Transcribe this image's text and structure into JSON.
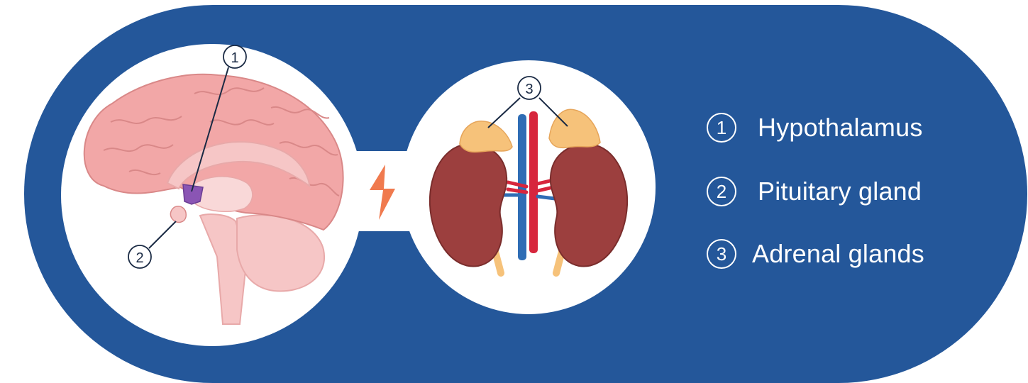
{
  "colors": {
    "background_pill": "#24579a",
    "bubble": "#ffffff",
    "brain_cortex": "#f2a7a7",
    "brain_inner": "#f6c6c6",
    "hypothalamus": "#8a55b4",
    "kidney": "#9c3f3e",
    "adrenal": "#f6c27a",
    "vein": "#2e6db5",
    "artery": "#d7263d",
    "spark": "#f07a4e"
  },
  "callouts": {
    "brain_top": "1",
    "brain_bottom": "2",
    "adrenal_top": "3"
  },
  "legend": [
    {
      "number": "1",
      "label": "Hypothalamus"
    },
    {
      "number": "2",
      "label": "Pituitary gland"
    },
    {
      "number": "3",
      "label": "Adrenal glands"
    }
  ],
  "icons": {
    "brain": "brain-sagittal-icon",
    "kidneys": "kidneys-adrenal-icon",
    "connector": "lightning-bolt-icon"
  }
}
